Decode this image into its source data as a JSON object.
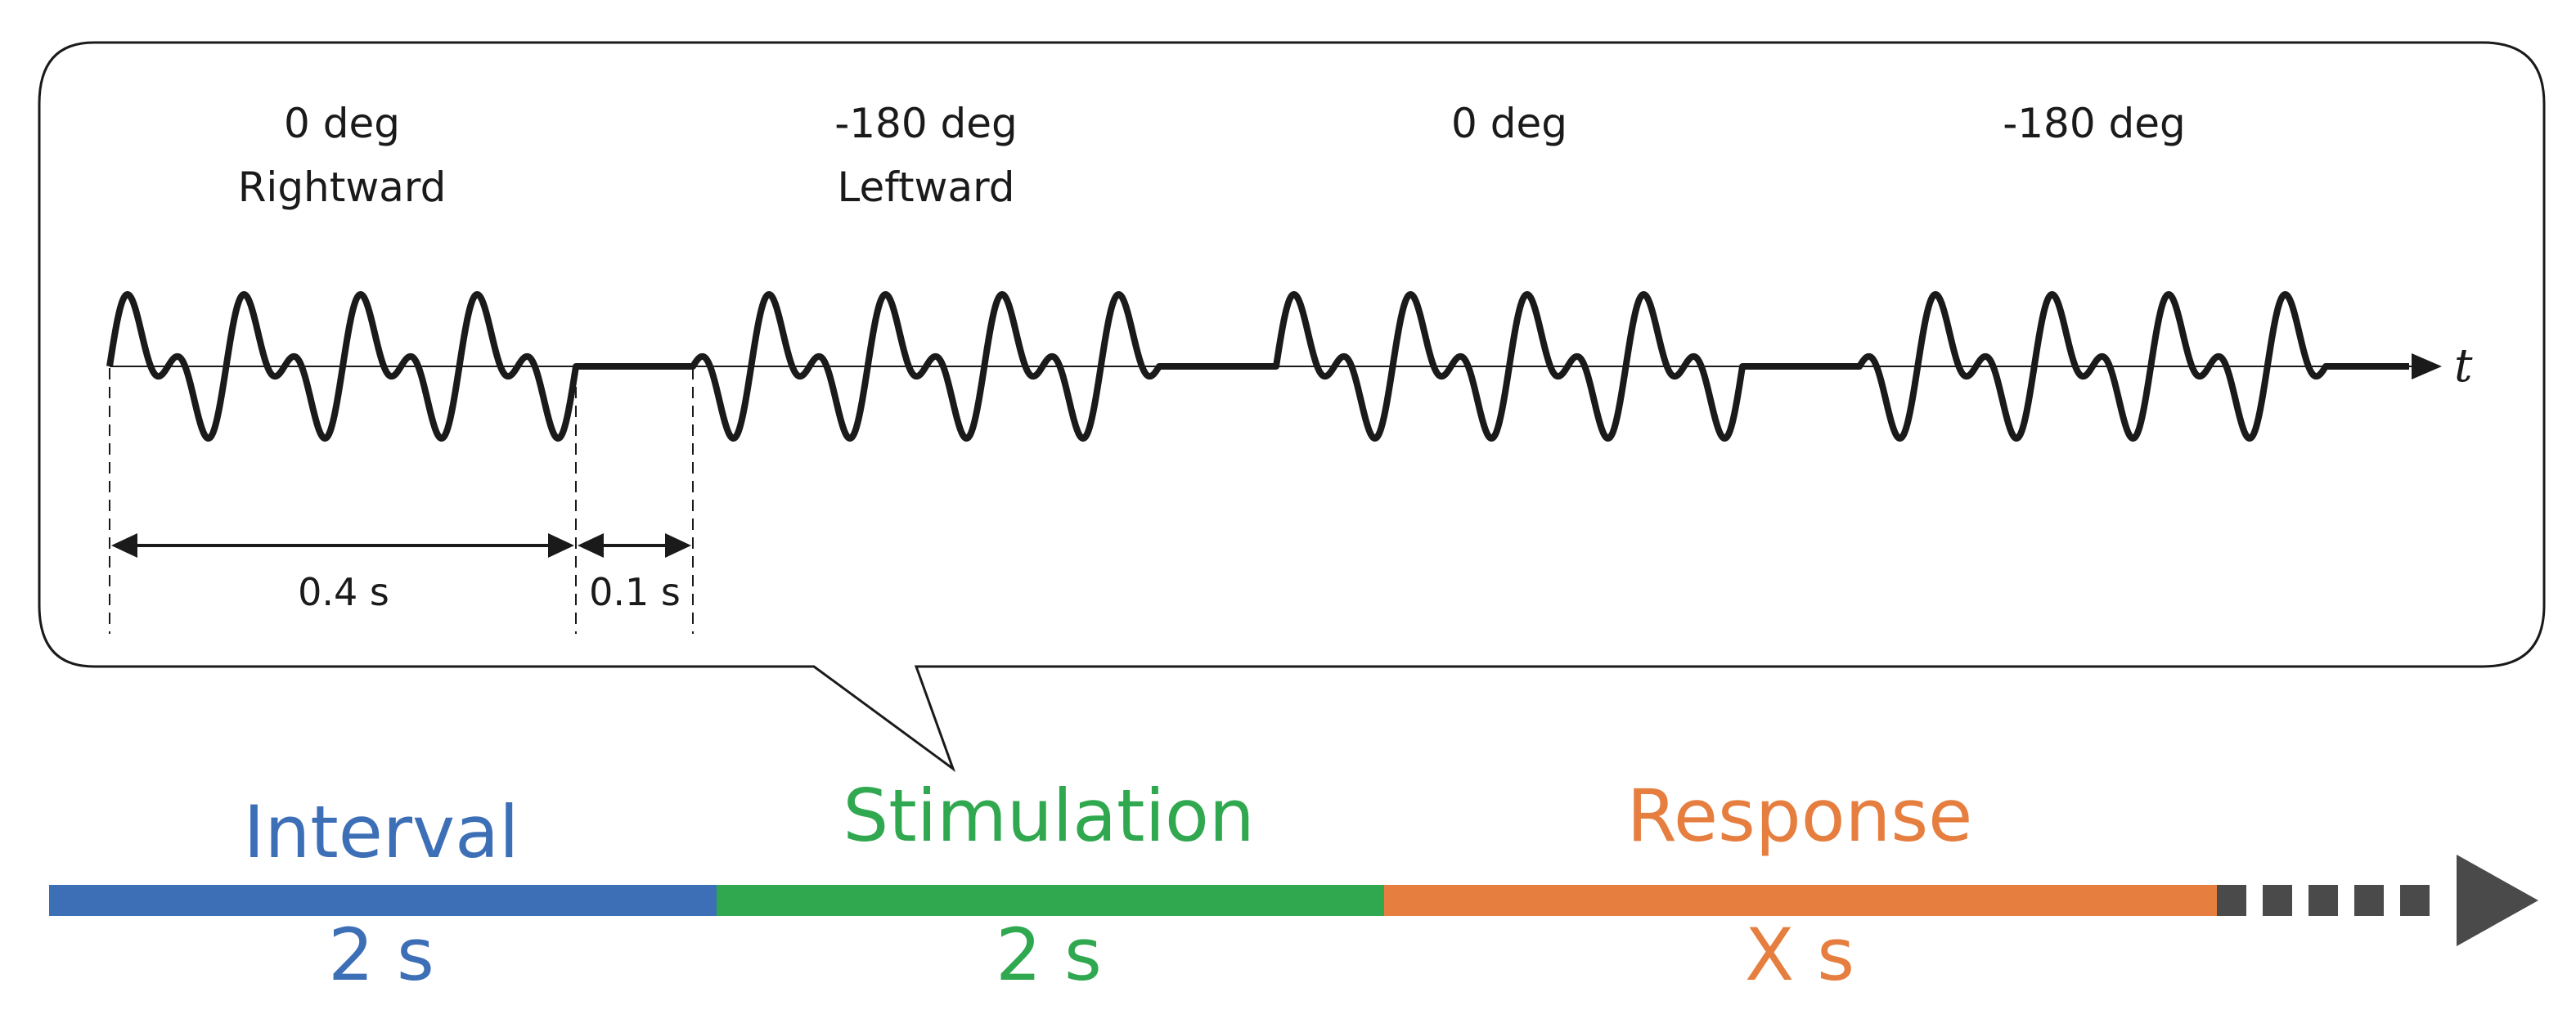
{
  "callout": {
    "segments": [
      {
        "angle": "0 deg",
        "direction": "Rightward",
        "phase": 0
      },
      {
        "angle": "-180 deg",
        "direction": "Leftward",
        "phase": 180
      },
      {
        "angle": "0 deg",
        "direction": "",
        "phase": 0
      },
      {
        "angle": "-180 deg",
        "direction": "",
        "phase": 180
      }
    ],
    "axis_label": "t",
    "durations": {
      "stimulus": "0.4 s",
      "gap": "0.1 s"
    }
  },
  "timeline": {
    "phases": [
      {
        "name": "Interval",
        "duration": "2 s",
        "color": "#3d6fb6"
      },
      {
        "name": "Stimulation",
        "duration": "2 s",
        "color": "#30a84f"
      },
      {
        "name": "Response",
        "duration": "X s",
        "color": "#e67e3f"
      }
    ],
    "continuation_color": "#4a4a4a"
  },
  "colors": {
    "stroke": "#1a1a1a",
    "background": "#ffffff"
  }
}
